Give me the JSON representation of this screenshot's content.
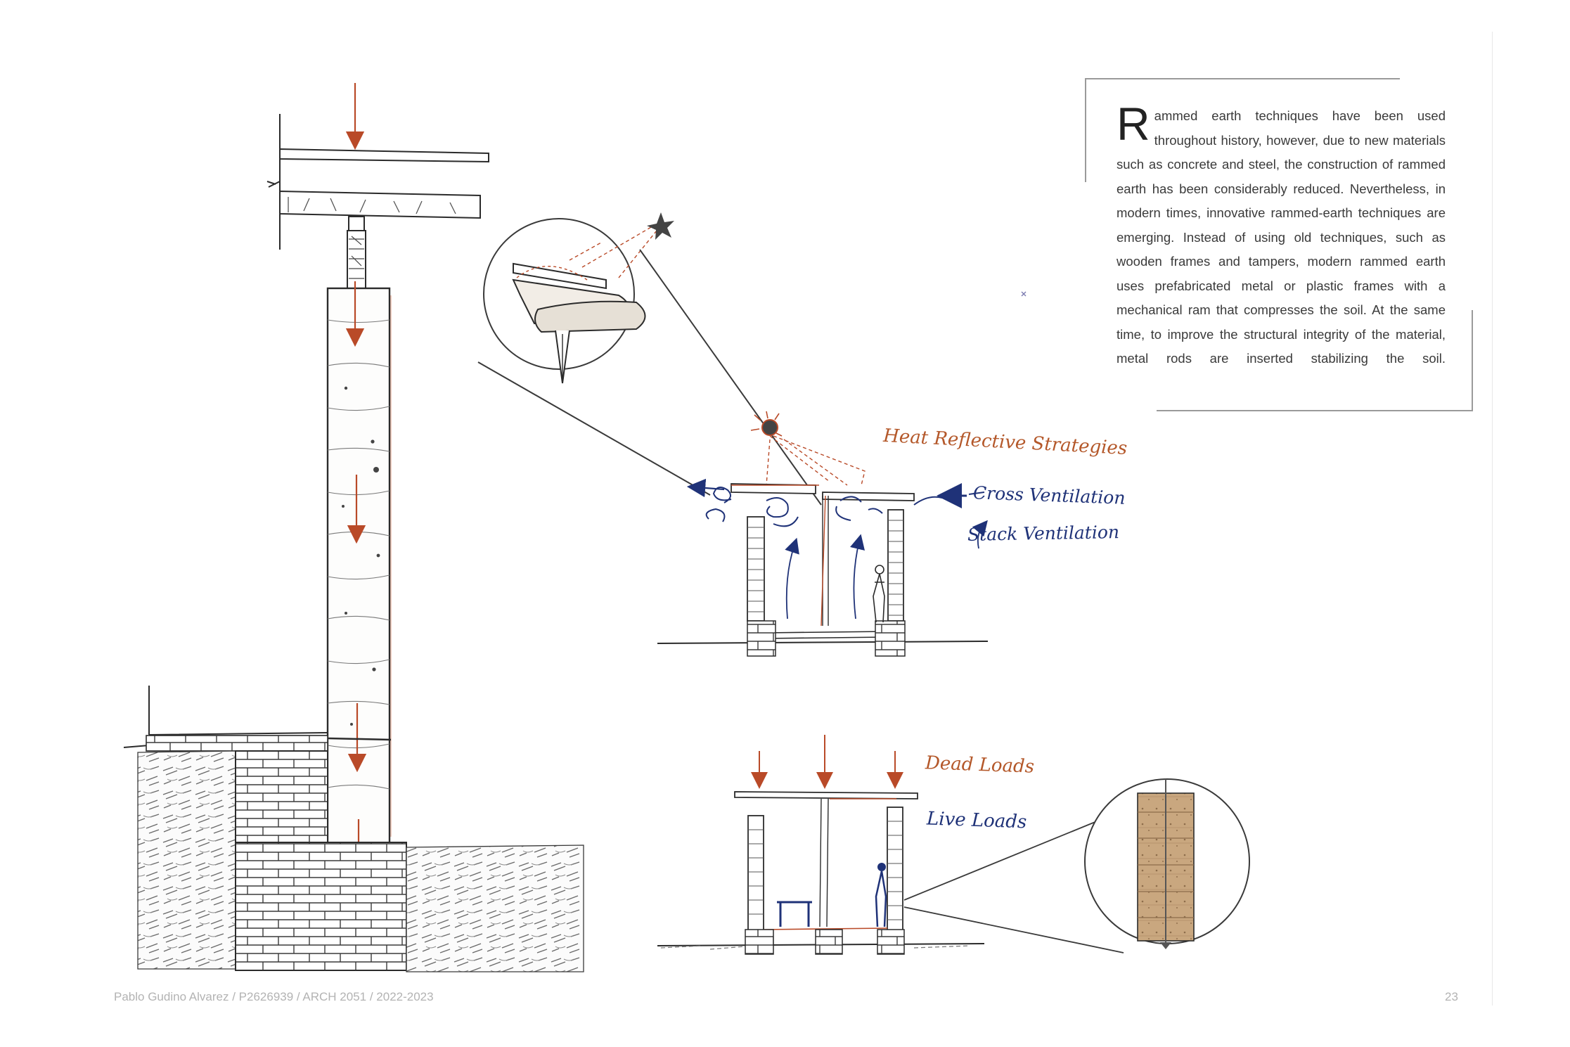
{
  "body_text": {
    "drop_cap": "R",
    "rest": "ammed earth techniques have been used throughout history, however, due to new materials such as concrete and steel, the construction of rammed earth has been considerably reduced. Nevertheless, in modern times, innovative rammed-earth techniques are emerging. Instead of using old techniques, such as wooden frames and tampers, modern rammed earth uses prefabricated metal or plastic frames with a mechanical ram that compresses the soil. At the same time, to improve the structural integrity of the material, metal rods are inserted stabilizing the soil."
  },
  "annotations": {
    "heat_reflective": "Heat Reflective Strategies",
    "cross_ventilation": "Cross Ventilation",
    "stack_ventilation": "Stack Ventilation",
    "dead_loads": "Dead Loads",
    "live_loads": "Live Loads"
  },
  "footer": {
    "credit": "Pablo Gudino Alvarez / P2626939 / ARCH 2051 / 2022-2023",
    "page_number": "23"
  },
  "colors": {
    "ink": "#2b2b2b",
    "load_arrow": "#b94a28",
    "ventilation": "#1f3278",
    "earth_fill": "#c6a47c"
  }
}
